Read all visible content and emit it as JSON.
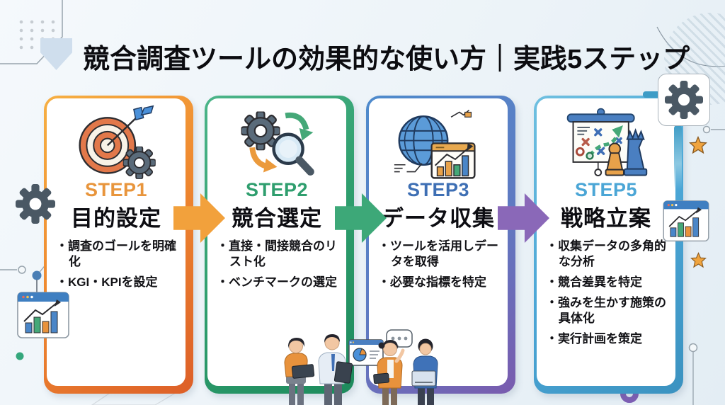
{
  "header": {
    "title": "競合調査ツールの効果的な使い方｜実践5ステップ"
  },
  "bullet_char": "・",
  "steps": [
    {
      "label": "STEP1",
      "title": "目的設定",
      "accent": "#E8953C",
      "frame_from": "#F6B043",
      "frame_to": "#DD5F28",
      "icon": "target-dart-gear-icon",
      "bullets": [
        "調査のゴールを明確化",
        "KGI・KPIを設定"
      ]
    },
    {
      "label": "STEP2",
      "title": "競合選定",
      "accent": "#2F9E6E",
      "frame_from": "#4CB589",
      "frame_to": "#1D8A5C",
      "icon": "gears-magnifier-cycle-icon",
      "bullets": [
        "直接・間接競合のリスト化",
        "ベンチマークの選定"
      ]
    },
    {
      "label": "STEP3",
      "title": "データ収集",
      "accent": "#3E6FB4",
      "frame_from": "#4E8BCC",
      "frame_to": "#7A5BAE",
      "icon": "globe-analytics-icon",
      "bullets": [
        "ツールを活用しデータを取得",
        "必要な指標を特定"
      ]
    },
    {
      "label": "STEP5",
      "title": "戦略立案",
      "accent": "#4BA6D6",
      "frame_from": "#6FC0E0",
      "frame_to": "#3B92C0",
      "icon": "strategy-board-chess-icon",
      "bullets": [
        "収集データの多角的な分析",
        "競合差異を特定",
        "強みを生かす施策の具体化",
        "実行計画を策定"
      ]
    }
  ],
  "arrows": [
    {
      "direction": "right",
      "color": "#F2A13C"
    },
    {
      "direction": "right",
      "color": "#3DA878"
    },
    {
      "direction": "right",
      "color": "#8A68B8"
    }
  ],
  "decorations": {
    "top_left": [
      "dot-grid",
      "diamond",
      "corner-lines"
    ],
    "top_right": [
      "striped-circle",
      "curve-line"
    ],
    "left": [
      "gear-icon",
      "node-connector",
      "analytics-window-icon",
      "green-dot"
    ],
    "right": [
      "gear-panel-icon",
      "star-icon",
      "analytics-window-icon",
      "star-icon",
      "line-node"
    ],
    "bottom": [
      "team-discussion-illustration",
      "purple-ring",
      "wireframe-boxes"
    ]
  }
}
